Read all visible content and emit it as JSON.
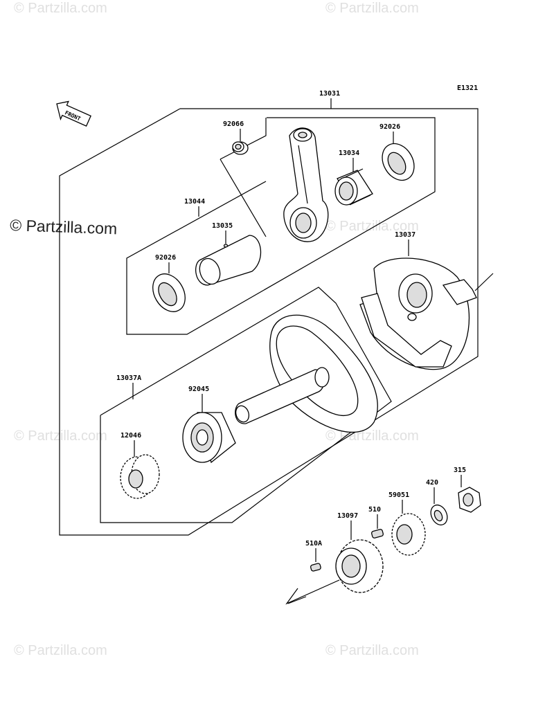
{
  "diagram": {
    "code": "E1321",
    "front_label": "FRONT",
    "watermarks": {
      "light": "© Partzilla.com",
      "dark": "© Partzilla.com"
    },
    "parts": [
      {
        "id": "p13031",
        "label": "13031"
      },
      {
        "id": "p92066",
        "label": "92066"
      },
      {
        "id": "p92026a",
        "label": "92026"
      },
      {
        "id": "p13034",
        "label": "13034"
      },
      {
        "id": "p13044",
        "label": "13044"
      },
      {
        "id": "p13035",
        "label": "13035"
      },
      {
        "id": "p92026b",
        "label": "92026"
      },
      {
        "id": "p13037",
        "label": "13037"
      },
      {
        "id": "p13037a",
        "label": "13037A"
      },
      {
        "id": "p92045",
        "label": "92045"
      },
      {
        "id": "p12046",
        "label": "12046"
      },
      {
        "id": "p315",
        "label": "315"
      },
      {
        "id": "p420",
        "label": "420"
      },
      {
        "id": "p59051",
        "label": "59051"
      },
      {
        "id": "p510",
        "label": "510"
      },
      {
        "id": "p13097",
        "label": "13097"
      },
      {
        "id": "p510a",
        "label": "510A"
      }
    ]
  }
}
